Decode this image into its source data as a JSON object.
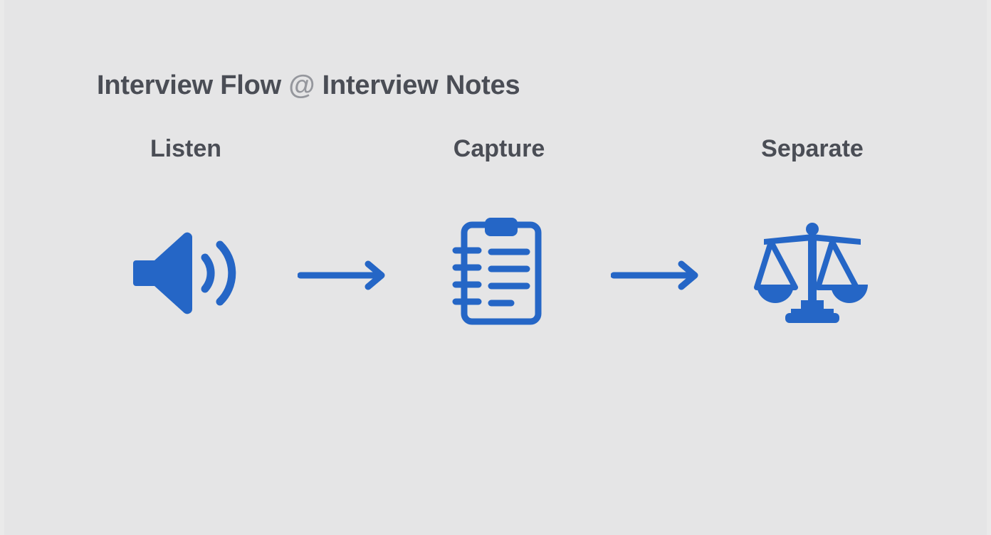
{
  "theme": {
    "background": "#e5e5e6",
    "accent": "#2566c6",
    "title_color": "#4a4d55",
    "at_symbol_color": "#95979d"
  },
  "title": {
    "prefix": "Interview Flow",
    "at_symbol": "@",
    "suffix": "Interview Notes",
    "full_text": "Interview Flow @ Interview Notes"
  },
  "flow": {
    "steps": [
      {
        "label": "Listen",
        "icon": "speaker-volume-icon"
      },
      {
        "label": "Capture",
        "icon": "clipboard-notes-icon"
      },
      {
        "label": "Separate",
        "icon": "balance-scales-icon"
      }
    ],
    "connectors": [
      {
        "icon": "arrow-right-icon"
      },
      {
        "icon": "arrow-right-icon"
      }
    ]
  }
}
